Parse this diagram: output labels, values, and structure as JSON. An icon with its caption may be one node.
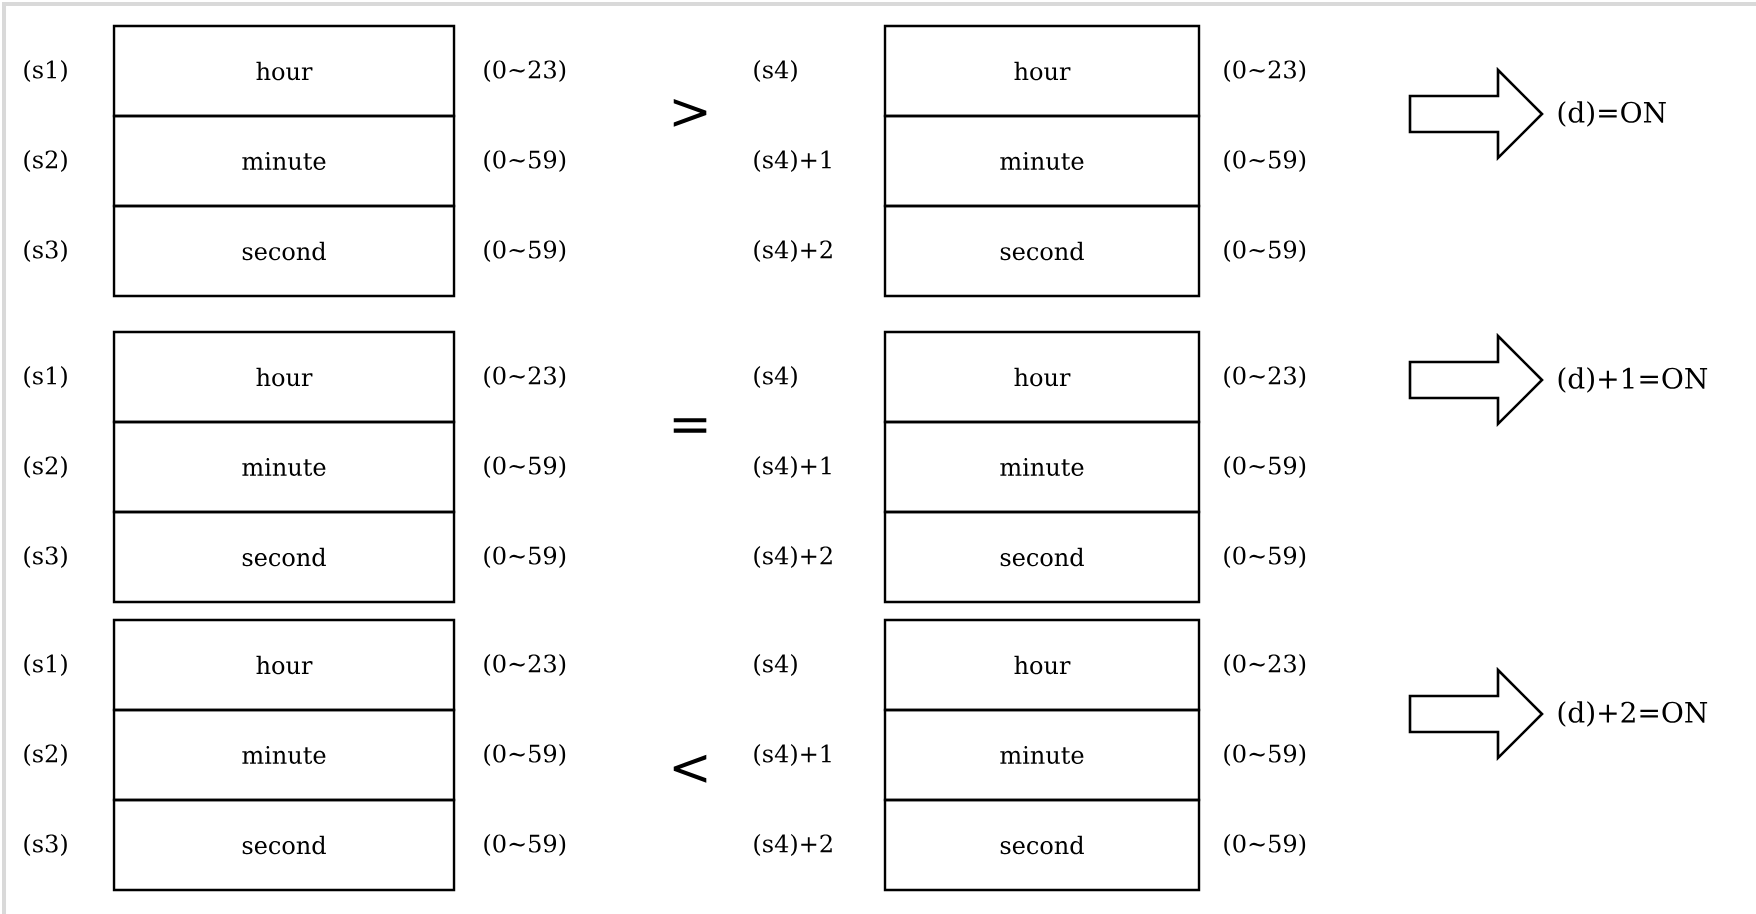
{
  "diagram": {
    "nodes": [
      {
        "text": [
          "hour"
        ]
      },
      {
        "text": [
          "minute"
        ]
      },
      {
        "text": [
          "second"
        ]
      },
      {
        "text": [
          "hour"
        ]
      },
      {
        "text": [
          "minute"
        ]
      },
      {
        "text": [
          "second"
        ]
      },
      {
        "text": [
          "(d)=ON"
        ]
      },
      {
        "text": [
          "hour"
        ]
      },
      {
        "text": [
          "minute"
        ]
      },
      {
        "text": [
          "second"
        ]
      },
      {
        "text": [
          "hour"
        ]
      },
      {
        "text": [
          "minute"
        ]
      },
      {
        "text": [
          "second"
        ]
      },
      {
        "text": [
          "(d)+1=ON"
        ]
      },
      {
        "text": [
          "hour"
        ]
      },
      {
        "text": [
          "minute"
        ]
      },
      {
        "text": [
          "second"
        ]
      },
      {
        "text": [
          "hour"
        ]
      },
      {
        "text": [
          "minute"
        ]
      },
      {
        "text": [
          "second"
        ]
      },
      {
        "text": [
          "(d)+2=ON"
        ]
      }
    ],
    "edges": [
      {
        "from": null,
        "to": 6,
        "arrow": "to"
      },
      {
        "from": null,
        "to": 13,
        "arrow": "to"
      },
      {
        "from": null,
        "to": 20,
        "arrow": "to"
      }
    ],
    "labels": [
      "(s1)",
      "(0∼23)",
      ">",
      "(s4)",
      "(0∼23)",
      "(s2)",
      "(0∼59)",
      "(s4)+1",
      "(0∼59)",
      "(s3)",
      "(0∼59)",
      "(s4)+2",
      "(0∼59)",
      "(s1)",
      "(0∼23)",
      "=",
      "(s4)",
      "(0∼23)",
      "(s2)",
      "(0∼59)",
      "(s4)+1",
      "(0∼59)",
      "(s3)",
      "(0∼59)",
      "(s4)+2",
      "(0∼59)",
      "(s1)",
      "(0∼23)",
      "<",
      "(s4)",
      "(0∼23)",
      "(s2)",
      "(0∼59)",
      "(s4)+1",
      "(0∼59)",
      "(s3)",
      "(0∼59)",
      "(s4)+2",
      "(0∼59)"
    ]
  }
}
